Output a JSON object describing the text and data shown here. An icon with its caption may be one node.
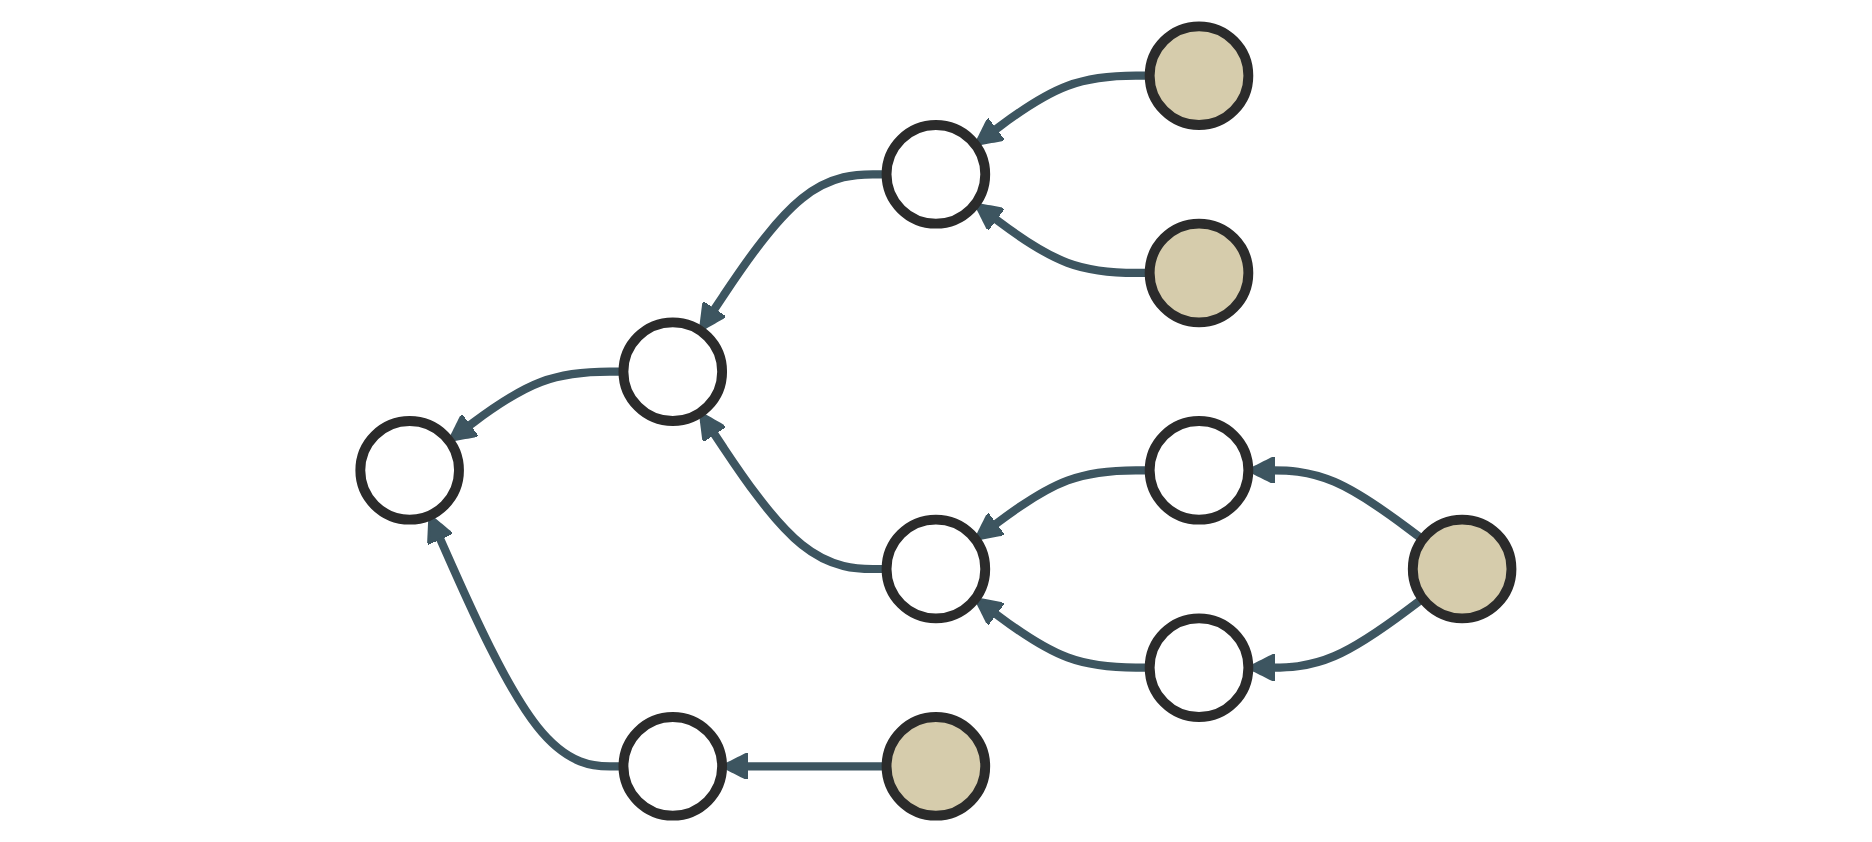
{
  "diagram": {
    "nodes": [
      {
        "text": [],
        "shape": "circle"
      },
      {
        "text": [],
        "shape": "circle"
      },
      {
        "text": [],
        "shape": "circle"
      },
      {
        "text": [],
        "shape": "circle"
      },
      {
        "text": [],
        "shape": "circle"
      },
      {
        "text": [],
        "shape": "circle"
      },
      {
        "text": [],
        "shape": "circle"
      },
      {
        "text": [],
        "shape": "circle"
      },
      {
        "text": [],
        "shape": "circle"
      },
      {
        "text": [],
        "shape": "circle"
      },
      {
        "text": [],
        "shape": "circle"
      }
    ],
    "edges": [
      {
        "from": 0,
        "to": 1,
        "arrow": "to"
      },
      {
        "from": 2,
        "to": 1,
        "arrow": "to"
      },
      {
        "from": 1,
        "to": 4,
        "arrow": "to"
      },
      {
        "from": 4,
        "to": 3,
        "arrow": "to"
      },
      {
        "from": 5,
        "to": 4,
        "arrow": "to"
      },
      {
        "from": 6,
        "to": 5,
        "arrow": "to"
      },
      {
        "from": 8,
        "to": 5,
        "arrow": "to"
      },
      {
        "from": 7,
        "to": 6,
        "arrow": "to"
      },
      {
        "from": 7,
        "to": 8,
        "arrow": "to"
      },
      {
        "from": 9,
        "to": 3,
        "arrow": "to"
      },
      {
        "from": 10,
        "to": 9,
        "arrow": "to"
      }
    ]
  }
}
